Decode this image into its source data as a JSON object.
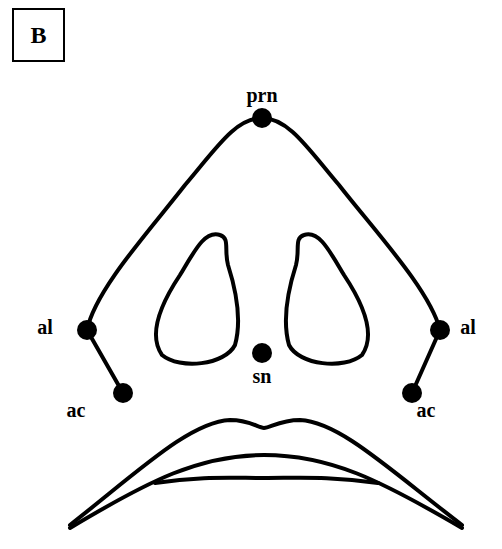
{
  "diagram": {
    "nodes": [
      {
        "text": [
          "B"
        ]
      }
    ],
    "labels": [
      "prn",
      "al",
      "al",
      "sn",
      "ac",
      "ac"
    ]
  }
}
